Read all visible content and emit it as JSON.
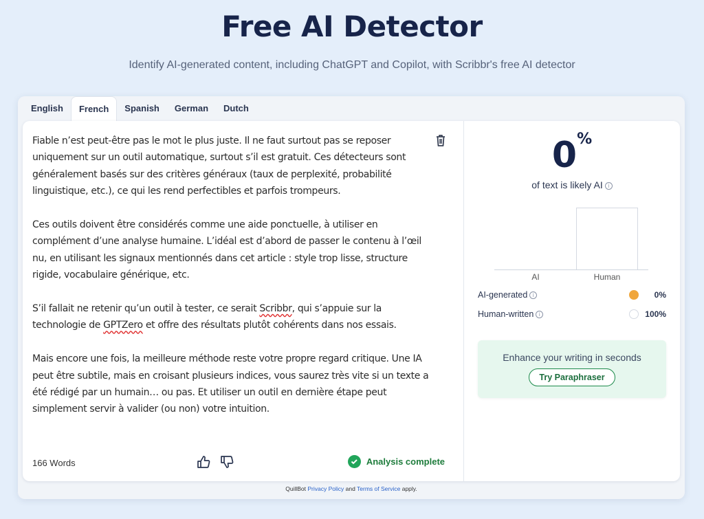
{
  "header": {
    "title": "Free AI Detector",
    "subtitle": "Identify AI-generated content, including ChatGPT and Copilot, with Scribbr's free AI detector"
  },
  "tabs": [
    {
      "label": "English",
      "active": false
    },
    {
      "label": "French",
      "active": true
    },
    {
      "label": "Spanish",
      "active": false
    },
    {
      "label": "German",
      "active": false
    },
    {
      "label": "Dutch",
      "active": false
    }
  ],
  "editor": {
    "p1": "Fiable n’est peut-être pas le mot le plus juste. Il ne faut surtout pas se reposer uniquement sur un outil automatique, surtout s’il est gratuit. Ces détecteurs sont généralement basés sur des critères généraux (taux de perplexité, probabilité linguistique, etc.), ce qui les rend perfectibles et parfois trompeurs.",
    "p2": "Ces outils doivent être considérés comme une aide ponctuelle, à utiliser en complément d’une analyse humaine. L’idéal est d’abord de passer le contenu à l’œil nu, en utilisant les signaux mentionnés dans cet article : style trop lisse, structure rigide, vocabulaire générique, etc.",
    "p3_a": "S’il fallait ne retenir qu’un outil à tester, ce serait ",
    "p3_scribbr": "Scribbr",
    "p3_b": ", qui s’appuie sur la technologie de ",
    "p3_gptzero": "GPTZero",
    "p3_c": " et offre des résultats plutôt cohérents dans nos essais.",
    "p4": "Mais encore une fois, la meilleure méthode reste votre propre regard critique. Une IA peut être subtile, mais en croisant plusieurs indices, vous saurez très vite si un texte a été rédigé par un humain… ou pas. Et utiliser un outil en dernière étape peut simplement servir à valider (ou non) votre intuition.",
    "word_count": "166 Words",
    "status": "Analysis complete"
  },
  "results": {
    "percent": "0",
    "percent_sign": "%",
    "likely_label": "of text is likely AI",
    "chart_data": {
      "type": "bar",
      "categories": [
        "AI",
        "Human"
      ],
      "values": [
        0,
        100
      ],
      "ylim": [
        0,
        100
      ]
    },
    "ai_label": "AI-generated",
    "ai_value": "0%",
    "ai_color": "#f0a63c",
    "human_label": "Human-written",
    "human_value": "100%",
    "human_color": "#ffffff"
  },
  "promo": {
    "text": "Enhance your writing in seconds",
    "button": "Try Paraphraser"
  },
  "footer": {
    "prefix": "QuillBot",
    "privacy": "Privacy Policy",
    "and": "and",
    "terms": "Terms of Service",
    "suffix": "apply."
  }
}
